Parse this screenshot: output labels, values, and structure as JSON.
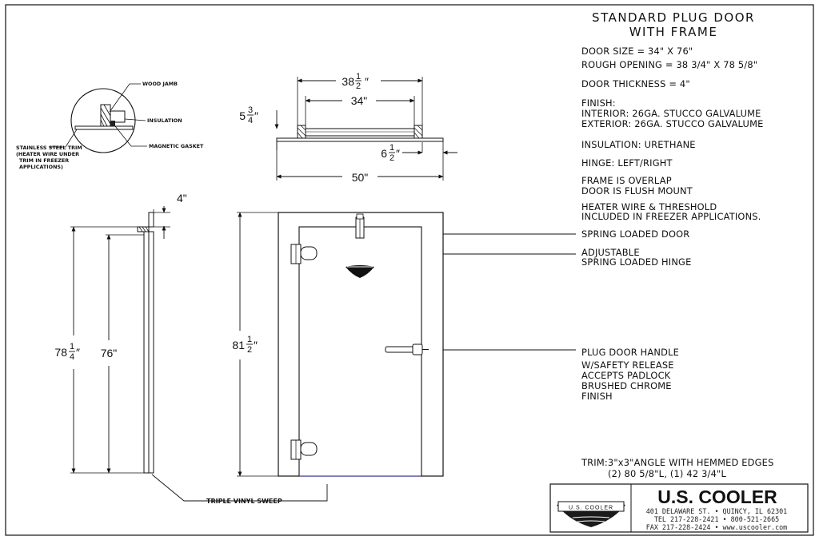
{
  "title": {
    "line1": "STANDARD PLUG DOOR",
    "line2": "WITH FRAME"
  },
  "specs": {
    "door_size": "DOOR SIZE = 34\" X 76\"",
    "rough_opening": "ROUGH OPENING = 38 3/4\" X 78 5/8\"",
    "door_thickness": "DOOR THICKNESS = 4\"",
    "finish_heading": "FINISH:",
    "finish_interior": "INTERIOR: 26GA. STUCCO GALVALUME",
    "finish_exterior": "EXTERIOR: 26GA. STUCCO GALVALUME",
    "insulation": "INSULATION: URETHANE",
    "hinge": "HINGE: LEFT/RIGHT",
    "frame": "FRAME IS OVERLAP",
    "door_mount": "DOOR IS FLUSH MOUNT",
    "heater_1": "HEATER WIRE & THRESHOLD",
    "heater_2": "INCLUDED IN FREEZER APPLICATIONS."
  },
  "callouts": {
    "spring_door": "SPRING LOADED DOOR",
    "hinge_1": "ADJUSTABLE",
    "hinge_2": "SPRING LOADED HINGE",
    "handle_1": "PLUG DOOR HANDLE",
    "handle_2": "W/SAFETY RELEASE",
    "handle_3": "ACCEPTS PADLOCK",
    "handle_4": "BRUSHED CHROME",
    "handle_5": "FINISH",
    "sweep": "TRIPLE VINYL SWEEP"
  },
  "trim": {
    "line1": "TRIM:3\"x3\"ANGLE WITH HEMMED EDGES",
    "line2": "(2) 80 5/8\"L,   (1) 42 3/4\"L"
  },
  "detail": {
    "wood_jamb": "WOOD JAMB",
    "insulation": "INSULATION",
    "magnetic_gasket": "MAGNETIC GASKET",
    "trim_1": "STAINLESS STEEL TRIM",
    "trim_2": "(HEATER WIRE UNDER",
    "trim_3": "TRIM IN FREEZER",
    "trim_4": "APPLICATIONS)"
  },
  "dimensions": {
    "top_outer_whole": "38",
    "top_outer_num": "1",
    "top_outer_den": "2",
    "top_inner": "34\"",
    "left_whole": "5",
    "left_num": "3",
    "left_den": "4",
    "right_whole": "6",
    "right_num": "1",
    "right_den": "2",
    "bottom": "50\"",
    "thickness": "4\"",
    "side_outer_whole": "78",
    "side_outer_num": "1",
    "side_outer_den": "4",
    "side_inner": "76\"",
    "front_whole": "81",
    "front_num": "1",
    "front_den": "2"
  },
  "company": {
    "name": "U.S. COOLER",
    "logo_text": "U.S. COOLER",
    "address": "401 DELAWARE ST. • QUINCY, IL 62301",
    "phone": "TEL 217-228-2421 • 800-521-2665",
    "fax": "FAX 217-228-2424 • www.uscooler.com"
  }
}
